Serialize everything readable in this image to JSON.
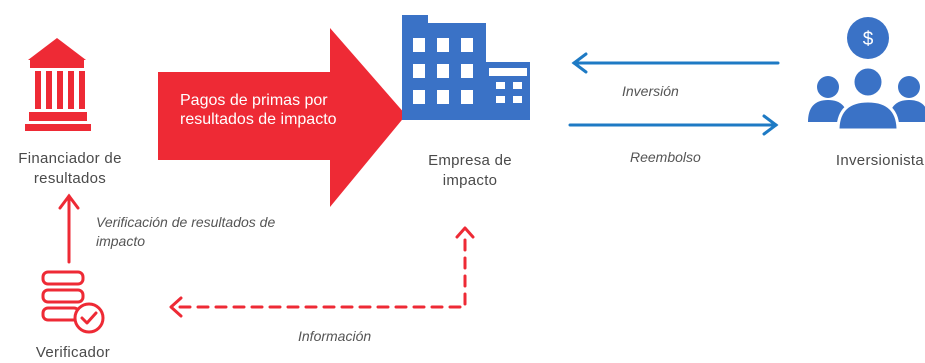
{
  "colors": {
    "red": "#ee2a35",
    "blue": "#3a72c6",
    "arrow_blue": "#1e7ac4",
    "text": "#4a4a4a",
    "white": "#ffffff"
  },
  "nodes": {
    "funder": {
      "label": "Financiador de resultados",
      "icon": "bank-building-icon"
    },
    "company": {
      "label": "Empresa de impacto",
      "icon": "office-building-icon"
    },
    "investors": {
      "label": "Inversionista",
      "icon": "investors-group-dollar-icon"
    },
    "verifier": {
      "label": "Verificador",
      "icon": "verification-list-check-icon"
    }
  },
  "flows": {
    "premium_payments": "Pagos de primas por resultados de impacto",
    "investment": "Inversión",
    "repayment": "Reembolso",
    "impact_verification": "Verificación de resultados de impacto",
    "information": "Información"
  }
}
